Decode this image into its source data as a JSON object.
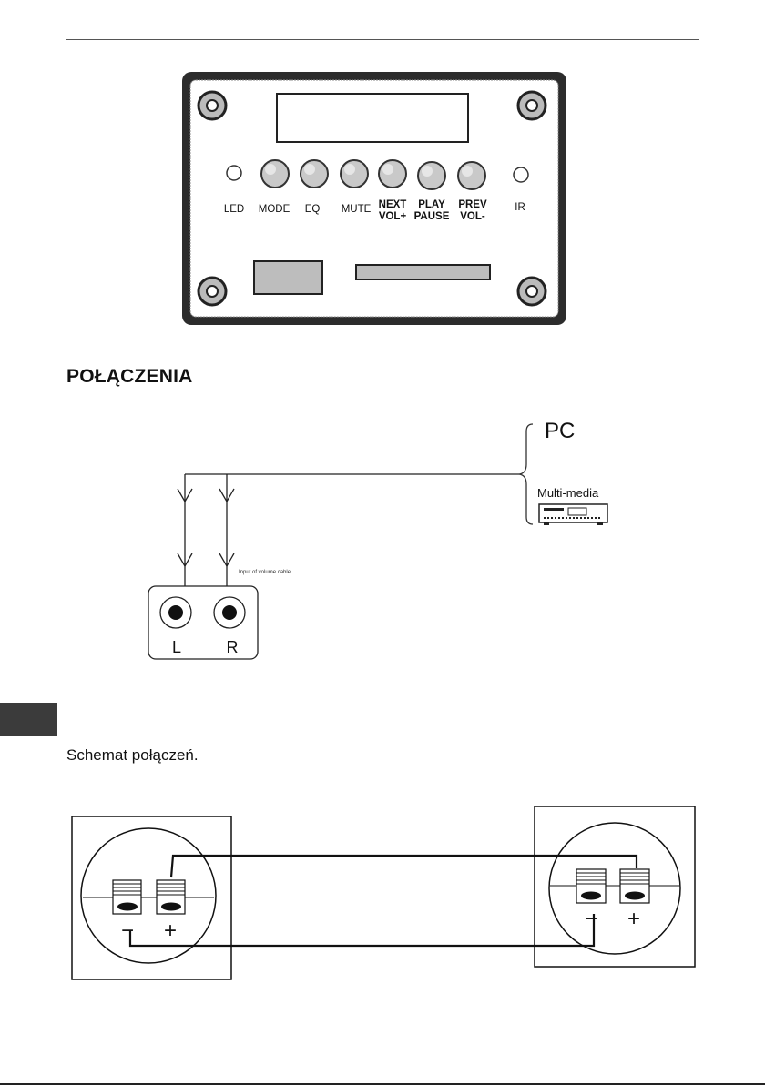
{
  "panel": {
    "labels": {
      "led": "LED",
      "mode": "MODE",
      "eq": "EQ",
      "mute": "MUTE",
      "next_1": "NEXT",
      "next_2": "VOL+",
      "play_1": "PLAY",
      "play_2": "PAUSE",
      "prev_1": "PREV",
      "prev_2": "VOL-",
      "ir": "IR"
    }
  },
  "connections": {
    "heading": "POŁĄCZENIA",
    "pc_label": "PC",
    "multimedia_label": "Multi-media",
    "input_label": "Input of volume cable",
    "left_label": "L",
    "right_label": "R"
  },
  "wiring": {
    "heading": "Schemat połączeń.",
    "minus_label": "−",
    "plus_label": "+"
  }
}
